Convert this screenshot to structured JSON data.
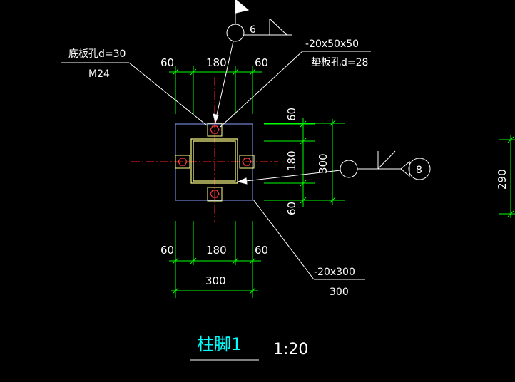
{
  "drawing": {
    "title": "柱脚1",
    "scale": "1:20",
    "colors": {
      "background": "#000000",
      "dimension": "#00ff00",
      "outline": "#8aa0ff",
      "steel": "#ffff88",
      "centerline": "#ff2020",
      "text": "#ffffff",
      "title": "#00ffff"
    }
  },
  "top_dims": {
    "left": "60",
    "middle": "180",
    "right": "60"
  },
  "bottom_dims": {
    "left": "60",
    "middle": "180",
    "right": "60",
    "total": "300"
  },
  "right_dims": {
    "top": "60",
    "middle": "180",
    "bottom": "60",
    "total": "300"
  },
  "far_right_dim": "290",
  "callouts": {
    "base_hole": "底板孔d=30",
    "bolt": "M24",
    "washer_size": "-20x50x50",
    "washer_hole": "垫板孔d=28",
    "plate_size": "-20x300",
    "plate_len": "300",
    "section_mark": "6",
    "weld_mark": "8"
  }
}
